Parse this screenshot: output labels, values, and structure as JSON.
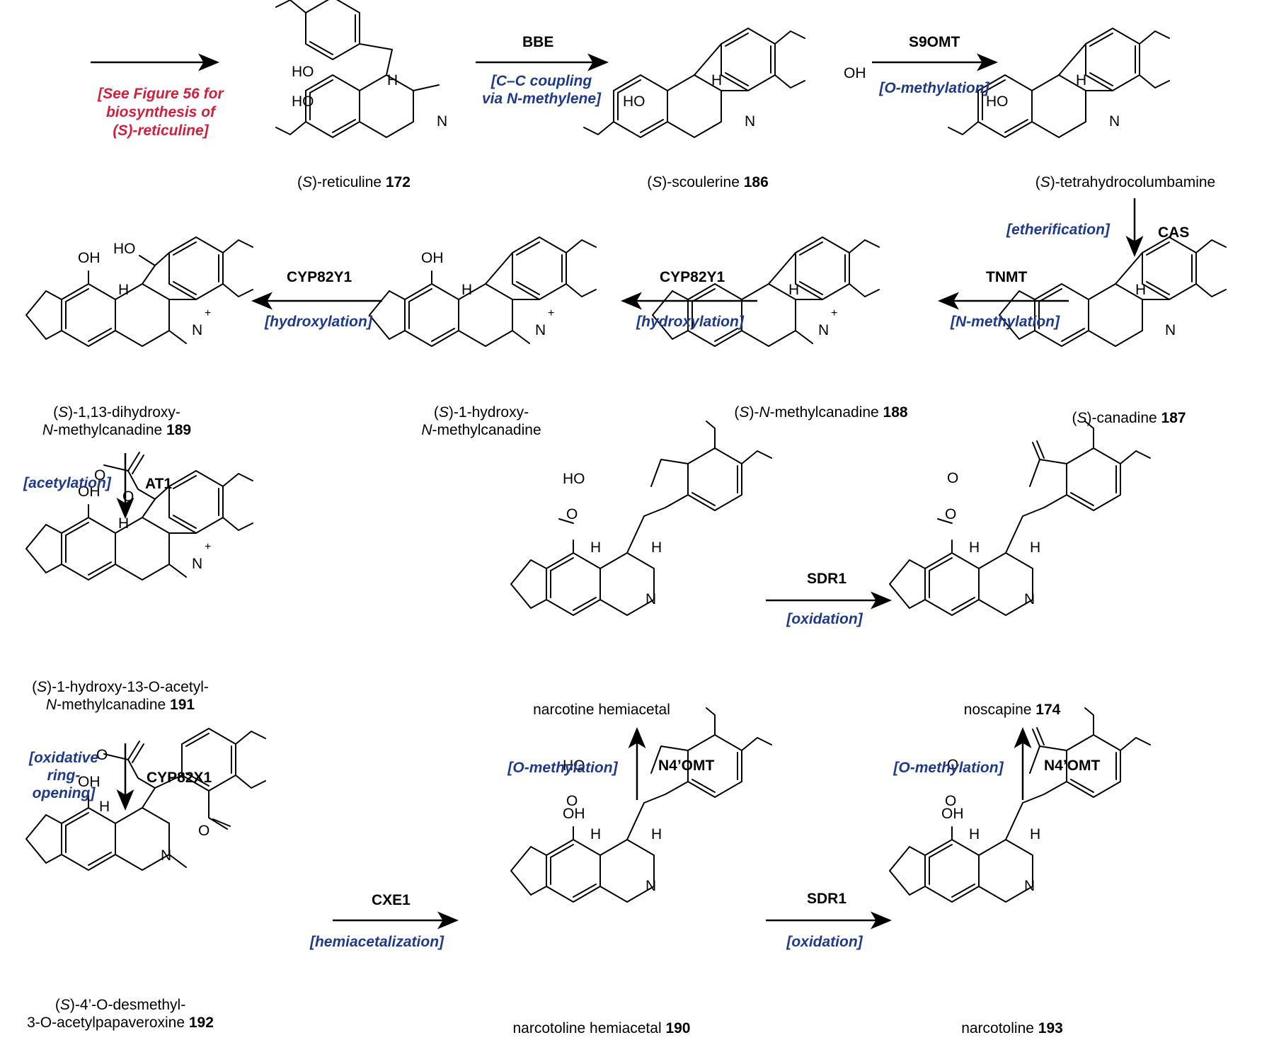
{
  "colors": {
    "reaction_type": "#1f3a8a",
    "note": "#d21f3c",
    "structure": "#000000"
  },
  "intro_note": [
    "[See Figure 56 for",
    "biosynthesis of",
    "(S)-reticuline]"
  ],
  "compounds": {
    "reticuline": {
      "prefix": "(",
      "stereo": "S",
      "name": ")-reticuline ",
      "number": "172"
    },
    "scoulerine": {
      "prefix": "(",
      "stereo": "S",
      "name": ")-scoulerine ",
      "number": "186"
    },
    "thc": {
      "prefix": "(",
      "stereo": "S",
      "name": ")-tetrahydrocolumbamine",
      "number": ""
    },
    "canadine": {
      "prefix": "(",
      "stereo": "S",
      "name": ")-canadine ",
      "number": "187"
    },
    "nmc": {
      "prefix": "(",
      "stereo": "S",
      "name_pre": ")-",
      "name_it": "N",
      "name": "-methylcanadine ",
      "number": "188"
    },
    "hnmc": {
      "line1": ")-1-hydroxy-",
      "stereo": "S",
      "line2_it": "N",
      "line2": "-methylcanadine",
      "number": ""
    },
    "dhnmc": {
      "line1": ")-1,13-dihydroxy-",
      "stereo": "S",
      "line2_it": "N",
      "line2": "-methylcanadine ",
      "number": "189"
    },
    "acetyl": {
      "line1": ")-1-hydroxy-13-O-acetyl-",
      "stereo": "S",
      "line2_it": "N",
      "line2": "-methylcanadine ",
      "number": "191"
    },
    "papaveroxine": {
      "line1": ")-4’-O-desmethyl-",
      "stereo": "S",
      "line2": "3-O-acetylpapaveroxine ",
      "number": "192"
    },
    "narcotoline_hemiacetal": {
      "name": "narcotoline hemiacetal ",
      "number": "190"
    },
    "narcotine_hemiacetal": {
      "name": "narcotine hemiacetal",
      "number": ""
    },
    "narcotoline": {
      "name": "narcotoline ",
      "number": "193"
    },
    "noscapine": {
      "name": "noscapine ",
      "number": "174"
    }
  },
  "steps": {
    "bbe": {
      "enzyme": "BBE",
      "reaction": [
        "[C–C coupling",
        "via N-methylene]"
      ]
    },
    "s9omt": {
      "enzyme": "S9OMT",
      "reaction": [
        "[O-methylation]"
      ]
    },
    "cas": {
      "enzyme": "CAS",
      "reaction": [
        "[etherification]"
      ]
    },
    "tnmt": {
      "enzyme": "TNMT",
      "reaction": [
        "[N-methylation]"
      ]
    },
    "cyp1": {
      "enzyme": "CYP82Y1",
      "reaction": [
        "[hydroxylation]"
      ]
    },
    "cyp2": {
      "enzyme": "CYP82Y1",
      "reaction": [
        "[hydroxylation]"
      ]
    },
    "at1": {
      "enzyme": "AT1",
      "reaction": [
        "[acetylation]"
      ]
    },
    "cyp82x1": {
      "enzyme": "CYP82X1",
      "reaction": [
        "[oxidative",
        "ring-",
        "opening]"
      ]
    },
    "cxe1": {
      "enzyme": "CXE1",
      "reaction": [
        "[hemiacetalization]"
      ]
    },
    "sdr1a": {
      "enzyme": "SDR1",
      "reaction": [
        "[oxidation]"
      ]
    },
    "sdr1b": {
      "enzyme": "SDR1",
      "reaction": [
        "[oxidation]"
      ]
    },
    "n4omt_a": {
      "enzyme": "N4’OMT",
      "reaction": [
        "[O-methylation]"
      ]
    },
    "n4omt_b": {
      "enzyme": "N4’OMT",
      "reaction": [
        "[O-methylation]"
      ]
    }
  },
  "atoms": {
    "ho": "HO",
    "oh": "OH",
    "n": "N",
    "h": "H",
    "o": "O",
    "plus": "+"
  }
}
